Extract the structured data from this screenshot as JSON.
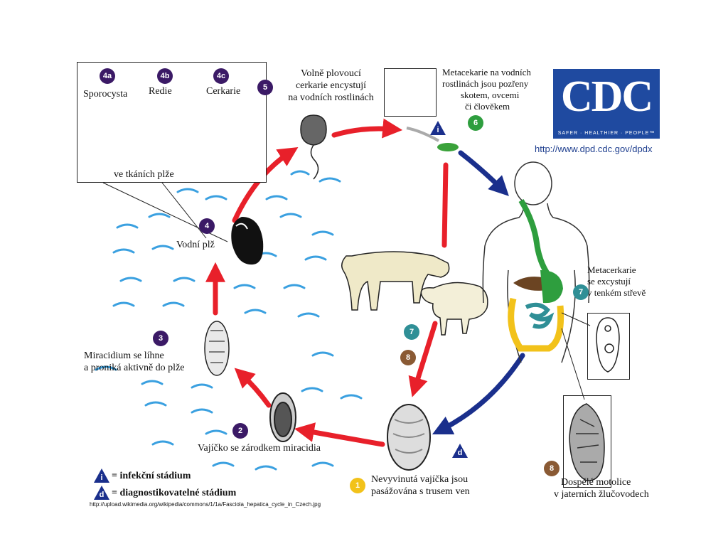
{
  "colors": {
    "purple": "#3b1a66",
    "green": "#2e9e3e",
    "teal": "#2f8f96",
    "brown": "#8a5a34",
    "yellow": "#f2c21a",
    "red_arrow": "#e8202a",
    "blue_arrow": "#1a2f8c",
    "water": "#3aa0e0",
    "cdc_blue": "#1f4aa0"
  },
  "inset": {
    "stages": [
      {
        "badge": "4a",
        "label": "Sporocysta"
      },
      {
        "badge": "4b",
        "label": "Redie"
      },
      {
        "badge": "4c",
        "label": "Cerkarie"
      }
    ],
    "caption": "ve tkáních plže"
  },
  "stage5": {
    "badge": "5",
    "text": [
      "Volně plovoucí",
      "cerkarie encystují",
      "na vodních rostlinách"
    ]
  },
  "stage6": {
    "badge": "6",
    "text": [
      "Metacekarie na vodních",
      "rostlinách jsou pozřeny",
      "skotem, ovcemi",
      "či člověkem"
    ]
  },
  "stage4": {
    "badge": "4",
    "text": "Vodní plž"
  },
  "stage3": {
    "badge": "3",
    "text": [
      "Miracidium se líhne",
      "a proniká aktivně do plže"
    ]
  },
  "stage2": {
    "badge": "2",
    "text": "Vajíčko se zárodkem miracidia"
  },
  "stage1": {
    "badge": "1",
    "text": [
      "Nevyvinutá vajíčka jsou",
      "pasážována s trusem ven"
    ]
  },
  "stage7": {
    "badge": "7",
    "text": [
      "Metacerkarie",
      "se excystují",
      "v tenkém střevě"
    ]
  },
  "stage8": {
    "badge": "8",
    "text": [
      "Dospělé motolice",
      "v jaterních žlučovodech"
    ]
  },
  "animal_badges": {
    "b7": "7",
    "b8": "8"
  },
  "triangles": {
    "i": "i",
    "d": "d"
  },
  "legend": [
    {
      "symbol": "i",
      "text": "= infekční stádium"
    },
    {
      "symbol": "d",
      "text": "= diagnostikovatelné stádium"
    }
  ],
  "cdc": {
    "letters": "CDC",
    "tagline": "SAFER · HEALTHIER · PEOPLE™",
    "url": "http://www.dpd.cdc.gov/dpdx"
  },
  "source_url": "http://upload.wikimedia.org/wikipedia/commons/1/1a/Fasciola_hepatica_cycle_in_Czech.jpg"
}
